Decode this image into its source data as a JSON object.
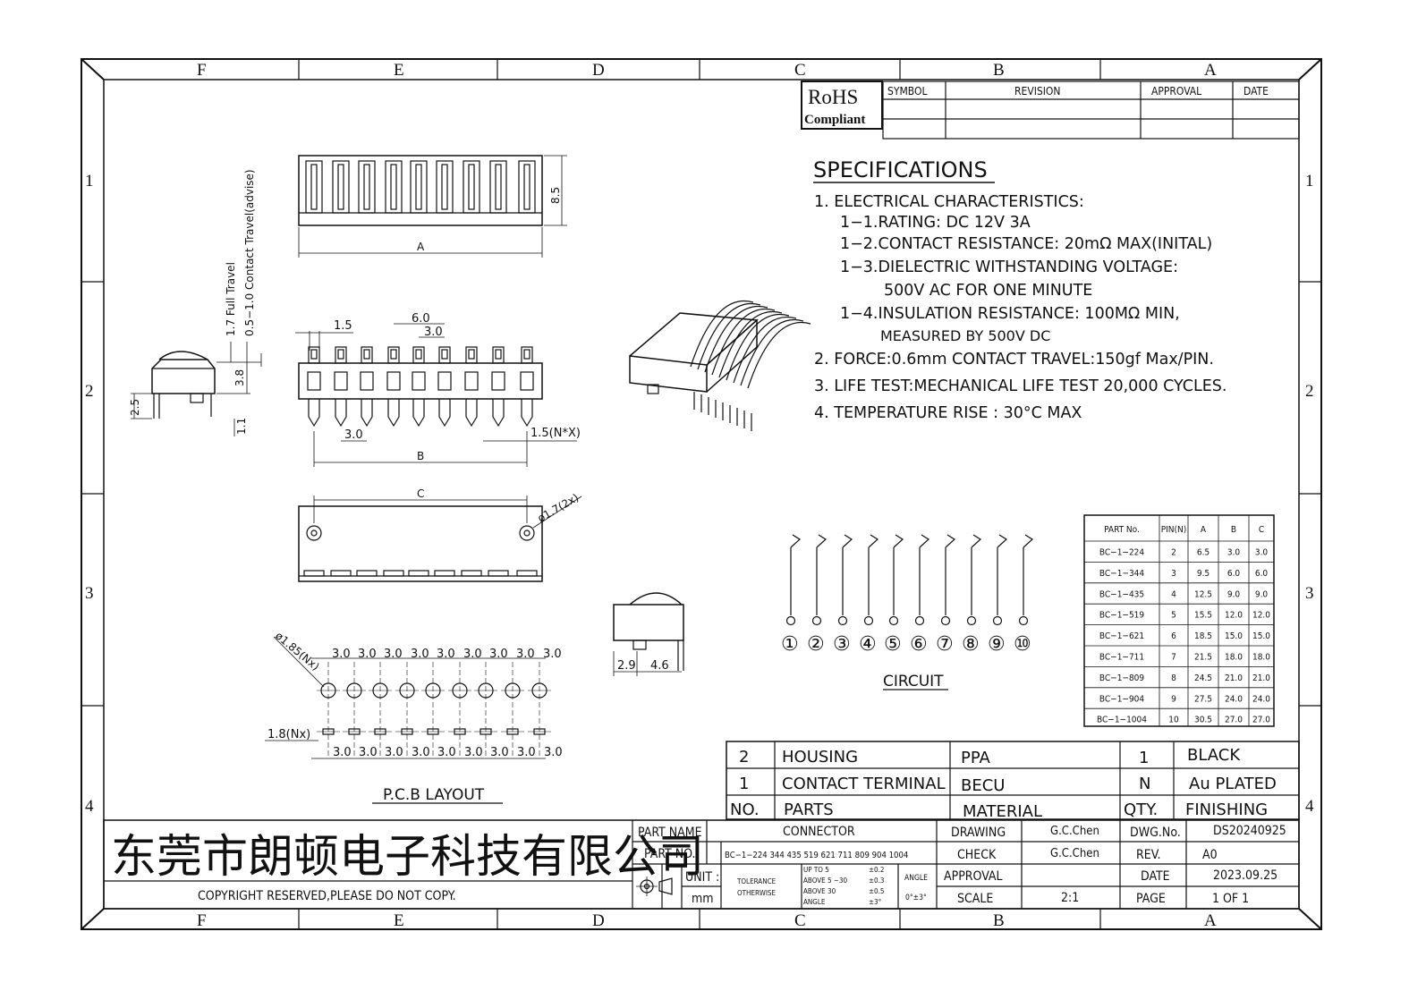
{
  "frame": {
    "top_cols": [
      "F",
      "E",
      "D",
      "C",
      "B",
      "A"
    ],
    "side_rows": [
      "1",
      "2",
      "3",
      "4"
    ]
  },
  "rohs": {
    "line1": "RoHS",
    "line2": "Compliant"
  },
  "revision_table": {
    "headers": [
      "SYMBOL",
      "REVISION",
      "APPROVAL",
      "DATE"
    ]
  },
  "specs": {
    "title": "SPECIFICATIONS",
    "lines": [
      "1.  ELECTRICAL  CHARACTERISTICS:",
      "1−1.RATING:  DC  12V  3A",
      "1−2.CONTACT  RESISTANCE:  20mΩ   MAX(INITAL)",
      "1−3.DIELECTRIC  WITHSTANDING  VOLTAGE:",
      "500V  AC  FOR  ONE  MINUTE",
      "1−4.INSULATION  RESISTANCE:  100MΩ   MIN,",
      "MEASURED  BY  500V  DC",
      "2.  FORCE:0.6mm  CONTACT  TRAVEL:150gf  Max/PIN.",
      "3.  LIFE  TEST:MECHANICAL  LIFE  TEST  20,000  CYCLES.",
      "4.  TEMPERATURE  RISE  :  30°C  MAX"
    ]
  },
  "dims": {
    "side_full_travel": "1.7 Full Travel",
    "side_contact_travel": "0.5−1.0 Contact Travel(advise)",
    "side_3_8": "3.8",
    "side_2_5": "2.5",
    "side_1_1": "1.1",
    "top_8_5": "8.5",
    "top_A": "A",
    "front_1_5": "1.5",
    "front_6_0": "6.0",
    "front_3_0a": "3.0",
    "front_3_0b": "3.0",
    "front_1_5nx": "1.5(N*X)",
    "front_B": "B",
    "bottom_C": "C",
    "bottom_hole": "ø1.7(2x)",
    "small_2_9": "2.9",
    "small_4_6": "4.6",
    "pcb_hole": "ø1.85(Nx)",
    "pcb_pitch": "3.0",
    "pcb_pad": "1.8(Nx)"
  },
  "labels": {
    "pcb": "P.C.B  LAYOUT",
    "circuit": "CIRCUIT"
  },
  "circuit_pins": [
    "①",
    "②",
    "③",
    "④",
    "⑤",
    "⑥",
    "⑦",
    "⑧",
    "⑨",
    "⑩"
  ],
  "part_table": {
    "headers": [
      "PART No.",
      "PIN(N)",
      "A",
      "B",
      "C"
    ],
    "rows": [
      [
        "BC−1−224",
        "2",
        "6.5",
        "3.0",
        "3.0"
      ],
      [
        "BC−1−344",
        "3",
        "9.5",
        "6.0",
        "6.0"
      ],
      [
        "BC−1−435",
        "4",
        "12.5",
        "9.0",
        "9.0"
      ],
      [
        "BC−1−519",
        "5",
        "15.5",
        "12.0",
        "12.0"
      ],
      [
        "BC−1−621",
        "6",
        "18.5",
        "15.0",
        "15.0"
      ],
      [
        "BC−1−711",
        "7",
        "21.5",
        "18.0",
        "18.0"
      ],
      [
        "BC−1−809",
        "8",
        "24.5",
        "21.0",
        "21.0"
      ],
      [
        "BC−1−904",
        "9",
        "27.5",
        "24.0",
        "24.0"
      ],
      [
        "BC−1−1004",
        "10",
        "30.5",
        "27.0",
        "27.0"
      ]
    ]
  },
  "bom": {
    "rows": [
      [
        "2",
        "HOUSING",
        "PPA",
        "1",
        "BLACK"
      ],
      [
        "1",
        "CONTACT  TERMINAL",
        "BECU",
        "N",
        "Au  PLATED"
      ],
      [
        "NO.",
        "PARTS",
        "MATERIAL",
        "QTY.",
        "FINISHING"
      ]
    ]
  },
  "title_block": {
    "company": "东莞市朗顿电子科技有限公司",
    "copyright": "COPYRIGHT  RESERVED,PLEASE  DO  NOT  COPY.",
    "part_name_label": "PART  NAME",
    "part_name": "CONNECTOR",
    "part_no_label": "PART  NO.",
    "part_no": "BC−1−224  344  435  519  621  711  809  904  1004",
    "unit_label": "UNIT :",
    "unit": "mm",
    "tol_label1": "TOLERANCE",
    "tol_label2": "OTHERWISE",
    "tol_up5": "UP TO 5",
    "tol_up5_val": "±0.2",
    "tol_5_30": "ABOVE  5 ~30",
    "tol_5_30_val": "±0.3",
    "tol_30": "ABOVE  30",
    "tol_30_val": "±0.5",
    "tol_angle": "ANGLE",
    "tol_angle_val": "±3°",
    "angle_label": "ANGLE",
    "angle_val": "0°±3°",
    "drawing_label": "DRAWING",
    "drawing": "G.C.Chen",
    "check_label": "CHECK",
    "check": "G.C.Chen",
    "approval_label": "APPROVAL",
    "scale_label": "SCALE",
    "scale": "2:1",
    "dwg_label": "DWG.No.",
    "dwg": "DS20240925",
    "rev_label": "REV.",
    "rev": "A0",
    "date_label": "DATE",
    "date": "2023.09.25",
    "page_label": "PAGE",
    "page": "1  OF  1"
  }
}
